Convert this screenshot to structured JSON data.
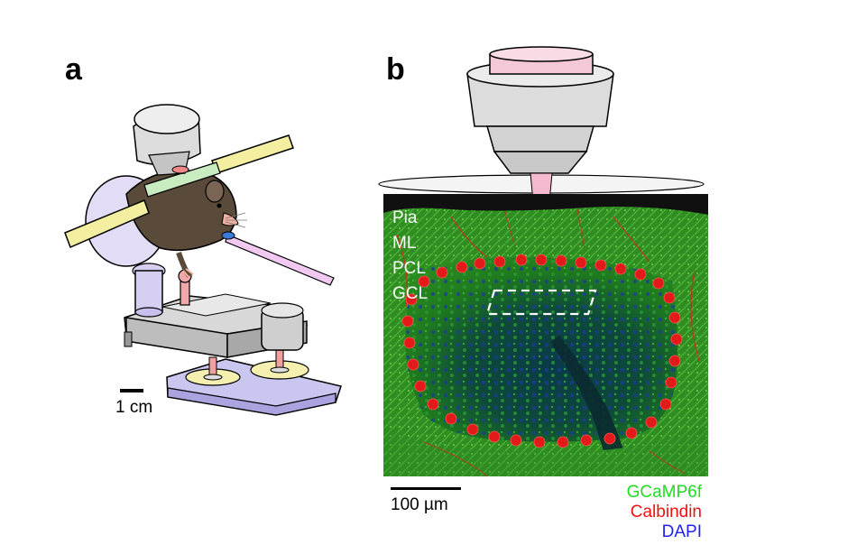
{
  "panels": {
    "a": {
      "letter": "a",
      "scale_bar_label": "1 cm"
    },
    "b": {
      "letter": "b",
      "layer_labels": [
        "Pia",
        "ML",
        "PCL",
        "GCL"
      ],
      "scale_bar_label": "100 µm",
      "legend": [
        {
          "text": "GCaMP6f",
          "color": "#22dd22"
        },
        {
          "text": "Calbindin",
          "color": "#ee1111"
        },
        {
          "text": "DAPI",
          "color": "#2222ee"
        }
      ]
    }
  }
}
